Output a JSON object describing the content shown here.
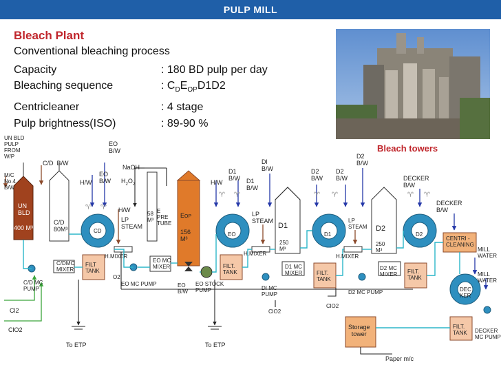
{
  "header": {
    "title": "PULP MILL"
  },
  "plant": {
    "title": "Bleach Plant",
    "subtitle": "Conventional bleaching process",
    "specs": [
      {
        "key": "Capacity",
        "value": ": 180 BD pulp per day"
      },
      {
        "key": "Bleaching sequence",
        "value": ": C"
      },
      {
        "key": "Centricleaner",
        "value": ": 4 stage"
      },
      {
        "key": "Pulp brightness(ISO)",
        "value": ": 89-90 %"
      }
    ],
    "sequence_parts": {
      "d": "D",
      "e": "E",
      "o": "O",
      "p": "P",
      "rest": "D1D2"
    }
  },
  "photo": {
    "caption": "Bleach towers"
  },
  "diagram": {
    "labels": {
      "unbld": "UN BLD\nPULP\nFROM\nW/P",
      "mc4": "M/C\nNo.4\nB/W",
      "cd_bw": "C/D  B/W",
      "un_bld_tank": "UN\nBLD",
      "un_bld_vol": "400 M³",
      "cd_tower": "C/D\n80M³",
      "cd_drum": "CD",
      "cdmc_mixer": "C/DMC\nMIXER",
      "cd_mc_pump": "C/D MC\nPUMP",
      "filt_tank_1": "FILT\nTANK",
      "hw_1": "H/W",
      "eo_bw_1": "EO\nB/W",
      "eo_bw_2": "EO\nB/W",
      "naoh": "NaOH",
      "h2o2": "H",
      "hw_2": "H/W",
      "lp_steam_1": "LP\nSTEAM",
      "h_mixer_1": "H.MIXER",
      "o2": "O2",
      "eo_pre_tube": "E\nPRE\nTUBE",
      "eo_pre_vol": "58\nM³",
      "eop": "E",
      "eop_vol": "156\nM³",
      "eo_mc_mixer": "EO MC\nMIXER",
      "eo_mc_pump": "EO MC PUMP",
      "eo_bw_3": "EO\nB/W",
      "eo_stock_pump": "EO STOCK\nPUMP",
      "hw_3": "H/W",
      "d1_bw_1": "D1\nB/W",
      "d1_bw_2": "D1\nB/W",
      "dl_bw": "Dl\nB/W",
      "eo_drum": "EO",
      "lp_steam_2": "LP\nSTEAM",
      "filt_tank_2": "FILT.\nTANK",
      "h_mixer_2": "H.MIXER",
      "d1_tower": "D1",
      "d1_vol": "250\nM³",
      "d1_mc_mixer": "D1 MC\nMIXER",
      "dl_mc_pump": "DI MC\nPUMP",
      "clo2_1": "ClO2",
      "d2_bw_1": "D2\nB/W",
      "d2_bw_2": "D2\nB/W",
      "d2_bw_3": "D2\nB/W",
      "d1_drum": "D1",
      "filt_tank_3": "FILT.\nTANK",
      "lp_steam_3": "LP\nSTEAM",
      "h_mixer_3": "H.MIXER",
      "d2_tower": "D2",
      "d2_vol": "250\nM³",
      "d2_drum": "D2",
      "d2_mc_mixer": "D2 MC\nMIXER",
      "d2_mc_pump": "D2 MC PUMP",
      "clo2_2": "ClO2",
      "filt_tank_4": "FILT.\nTANK",
      "decker_bw_1": "DECKER\nB/W",
      "decker_bw_2": "DECKER\nB/W",
      "centri": "CENTRI -\nCLEANING",
      "mill_water_1": "MILL\nWATER",
      "mill_water_2": "MILL\nWATER",
      "decker": "DEC\nKER",
      "filt_tank_5": "FILT.\nTANK",
      "decker_mc_pump": "DECKER\nMC PUMP",
      "storage": "Storage\ntower",
      "paper_mc": "Paper m/c",
      "to_etp_1": "To ETP",
      "to_etp_2": "To ETP",
      "cl2": "Cl2",
      "clo2_in": "ClO2"
    }
  },
  "colors": {
    "header_bg": "#1f5fa8",
    "title_red": "#c0262c",
    "tower_fill": "#a0421e",
    "eop_fill": "#e07a2a",
    "drum_fill": "#2e8fbf",
    "filt_fill": "#f5c8a8",
    "centri_fill": "#f2b27a",
    "cyan_line": "#2bb6c9",
    "brown_line": "#8b4a2b",
    "blue_line": "#2437a8",
    "green_line": "#3aa53a"
  }
}
